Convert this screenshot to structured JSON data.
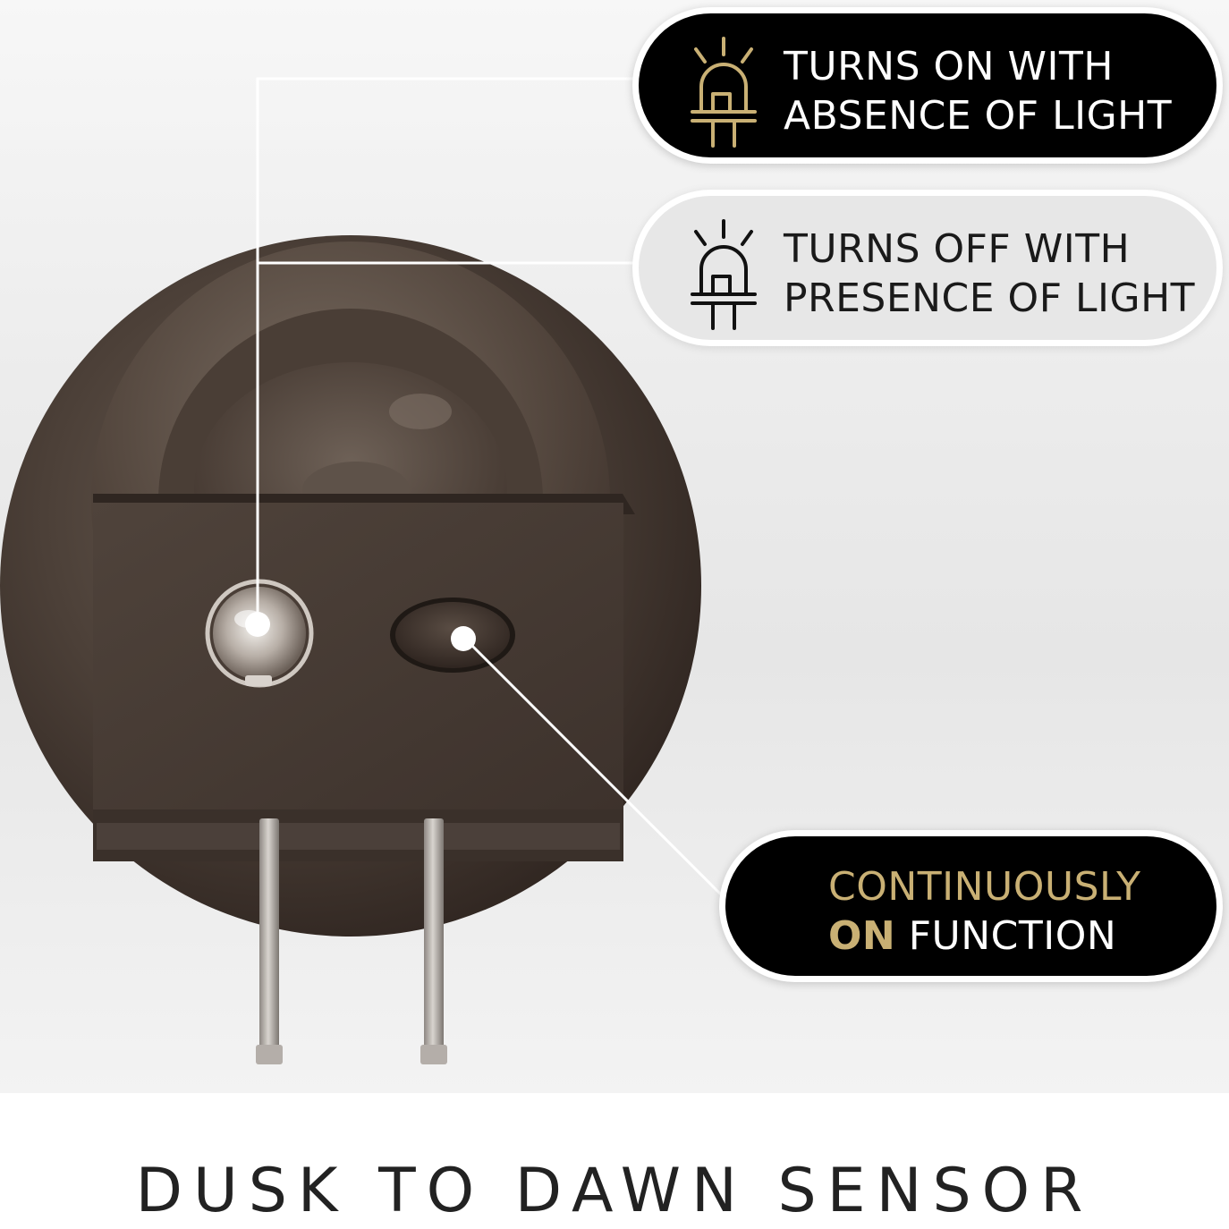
{
  "callouts": {
    "turns_on": {
      "line1": "TURNS ON WITH",
      "line2": "ABSENCE OF LIGHT",
      "icon": "light-sensor-bulb-icon",
      "bg_color": "#000000",
      "text_color": "#ffffff",
      "icon_color": "#c9b074"
    },
    "turns_off": {
      "line1": "TURNS OFF WITH",
      "line2": "PRESENCE OF LIGHT",
      "icon": "light-sensor-bulb-icon",
      "bg_color": "#e7e7e7",
      "text_color": "#1a1a1a",
      "icon_color": "#111111"
    },
    "continuous": {
      "line1": "CONTINUOUSLY",
      "line2_bold": "ON",
      "line2_rest": " FUNCTION",
      "bg_color": "#000000",
      "accent_color": "#c9b074"
    }
  },
  "product": {
    "body_color": "#4a3f37",
    "name": "night-light-plug"
  },
  "footer": {
    "title": "DUSK TO DAWN SENSOR"
  }
}
